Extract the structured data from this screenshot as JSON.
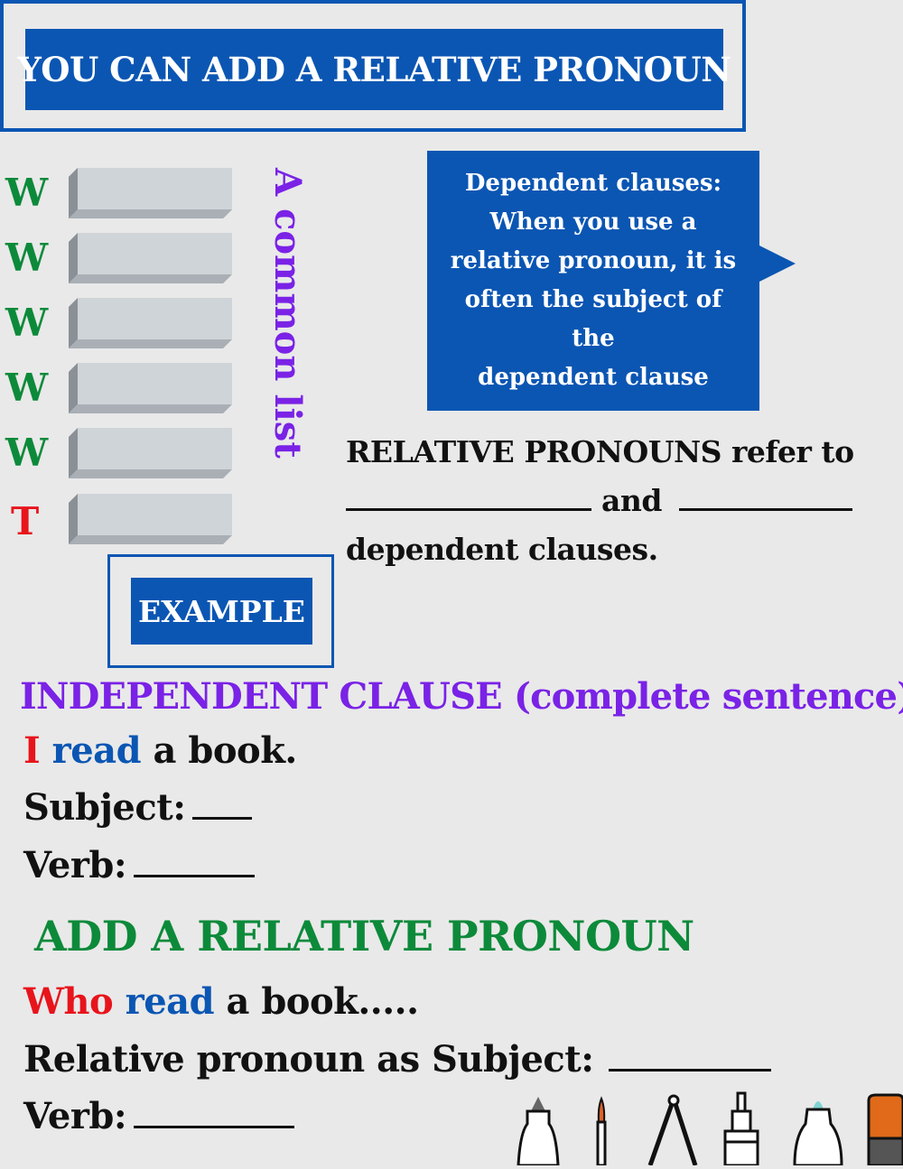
{
  "header": {
    "title": "YOU CAN ADD A RELATIVE PRONOUN"
  },
  "list": {
    "letters": [
      "W",
      "W",
      "W",
      "W",
      "W",
      "T"
    ],
    "label": "A common list"
  },
  "callout": {
    "lines": [
      "Dependent clauses:",
      "When you use a",
      "relative pronoun, it is",
      "often the subject of the",
      "dependent clause"
    ]
  },
  "refer": {
    "line1": "RELATIVE PRONOUNS refer to",
    "and": "and",
    "line3": "dependent clauses."
  },
  "example": {
    "label": "EXAMPLE"
  },
  "independent": {
    "heading": "INDEPENDENT CLAUSE (complete sentence)",
    "sentence": {
      "subject": "I",
      "verb": "read",
      "rest": "a book."
    },
    "subject_label": "Subject:",
    "verb_label": "Verb:"
  },
  "relative": {
    "heading": "ADD A RELATIVE PRONOUN",
    "sentence": {
      "pronoun": "Who",
      "verb": "read",
      "rest": "a book....."
    },
    "subject_label": "Relative pronoun as Subject:",
    "verb_label": "Verb:"
  },
  "colors": {
    "blue": "#0b56b3",
    "purple": "#7a22e6",
    "green": "#0c8a3a",
    "red": "#e8141c",
    "w_green": "#0c8a3a"
  },
  "icons": [
    "marker-icon",
    "paintbrush-icon",
    "compass-icon",
    "technical-pen-icon",
    "teal-marker-icon",
    "orange-marker-icon"
  ]
}
